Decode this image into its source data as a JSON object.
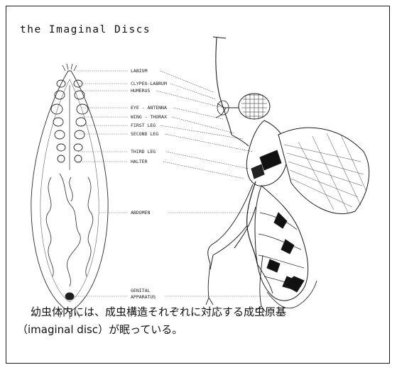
{
  "figure": {
    "title": "the Imaginal Discs",
    "labels": {
      "labium": "LABIUM",
      "clypeo_labrum": "CLYPEO-LABRUM",
      "humerus": "HUMERUS",
      "eye_antenna": "EYE - ANTENNA",
      "wing_thorax": "WING - THORAX",
      "first_leg": "FIRST LEG",
      "second_leg": "SECOND LEG",
      "third_leg": "THIRD LEG",
      "halter": "HALTER",
      "abdomen": "ABDOMEN",
      "genital_line1": "GENITAL",
      "genital_line2": "APPARATUS"
    }
  },
  "caption": {
    "line1": "幼虫体内には、成虫構造それぞれに対応する成虫原基",
    "line2": "（imaginal disc）が眠っている。"
  }
}
